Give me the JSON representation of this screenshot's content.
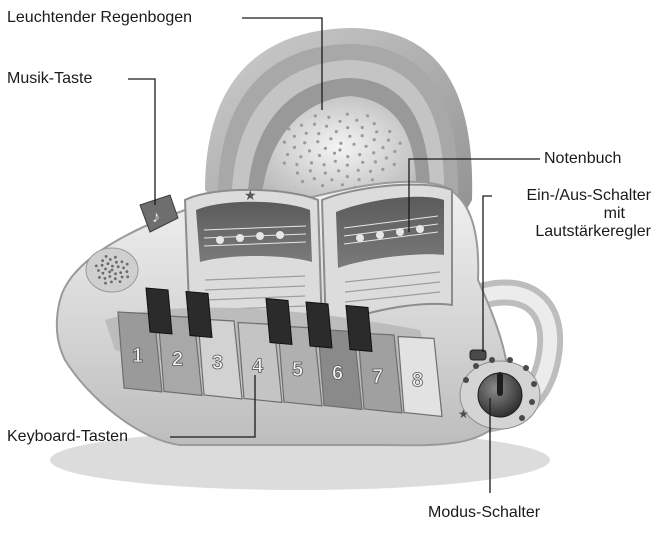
{
  "labels": {
    "rainbow": "Leuchtender Regenbogen",
    "music_key": "Musik-Taste",
    "songbook": "Notenbuch",
    "power_line1": "Ein-/Aus-Schalter",
    "power_line2": "mit",
    "power_line3": "Lautstärkeregler",
    "keys": "Keyboard-Tasten",
    "mode": "Modus-Schalter"
  },
  "keys": {
    "numbers": [
      "1",
      "2",
      "3",
      "4",
      "5",
      "6",
      "7",
      "8"
    ]
  },
  "colors": {
    "text": "#1a1a1a",
    "leader": "#1a1a1a",
    "body": "#e4e4e4",
    "shadow": "#8c8c8c",
    "black_key": "#2b2b2b"
  }
}
